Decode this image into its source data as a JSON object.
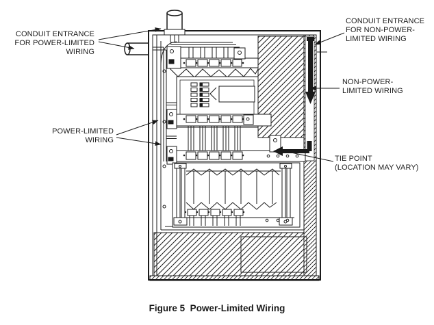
{
  "figure": {
    "caption": "Figure 5  Power-Limited Wiring"
  },
  "labels": {
    "conduit_power_limited": {
      "lines": [
        "CONDUIT ENTRANCE",
        "FOR POWER-LIMITED",
        "WIRING"
      ]
    },
    "conduit_non_power_limited": {
      "lines": [
        "CONDUIT ENTRANCE",
        "FOR NON-POWER-",
        "LIMITED WIRING"
      ]
    },
    "non_power_limited_wiring": {
      "lines": [
        "NON-POWER-",
        "LIMITED WIRING"
      ]
    },
    "power_limited_wiring": {
      "lines": [
        "POWER-LIMITED",
        "WIRING"
      ]
    },
    "tie_point": {
      "lines": [
        "TIE POINT",
        "(LOCATION MAY VARY)"
      ]
    }
  },
  "colors": {
    "ink": "#1a1a1a",
    "background": "#ffffff"
  }
}
